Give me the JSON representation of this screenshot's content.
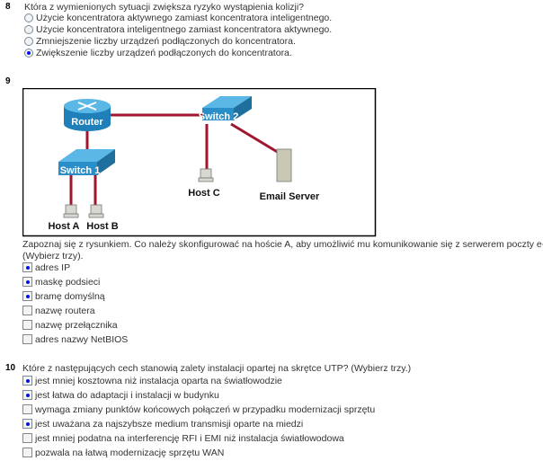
{
  "q8": {
    "number": "8",
    "question": "Która z wymienionych sytuacji zwiększa ryzyko wystąpienia kolizji?",
    "options": [
      {
        "label": "Użycie koncentratora aktywnego zamiast koncentratora inteligentnego.",
        "selected": false
      },
      {
        "label": "Użycie koncentratora inteligentnego zamiast koncentratora aktywnego.",
        "selected": false
      },
      {
        "label": "Zmniejszenie liczby urządzeń podłączonych do koncentratora.",
        "selected": false
      },
      {
        "label": "Zwiększenie liczby urządzeń podłączonych do koncentratora.",
        "selected": true
      }
    ]
  },
  "q9": {
    "number": "9",
    "diagram": {
      "router": "Router",
      "switch1": "Switch 1",
      "switch2": "Switch 2",
      "host_a": "Host A",
      "host_b": "Host B",
      "host_c": "Host C",
      "email_server": "Email Server",
      "link_color": "#a0162e",
      "device_color": "#2a8fc8"
    },
    "question": "Zapoznaj się z rysunkiem. Co należy skonfigurować na hoście A, aby umożliwić mu komunikowanie się z serwerem poczty e-mail?",
    "hint": "(Wybierz trzy).",
    "options": [
      {
        "label": "adres IP",
        "checked": true
      },
      {
        "label": "maskę podsieci",
        "checked": true
      },
      {
        "label": "bramę domyślną",
        "checked": true
      },
      {
        "label": "nazwę routera",
        "checked": false
      },
      {
        "label": "nazwę przełącznika",
        "checked": false
      },
      {
        "label": "adres nazwy NetBIOS",
        "checked": false
      }
    ]
  },
  "q10": {
    "number": "10",
    "question": "Które z następujących cech stanowią zalety instalacji opartej na skrętce UTP? (Wybierz trzy.)",
    "options": [
      {
        "label": "jest mniej kosztowna niż instalacja oparta na światłowodzie",
        "checked": true
      },
      {
        "label": "jest łatwa do adaptacji i instalacji w budynku",
        "checked": true
      },
      {
        "label": "wymaga zmiany punktów końcowych połączeń w przypadku modernizacji sprzętu",
        "checked": false
      },
      {
        "label": "jest uważana za najszybsze medium transmisji oparte na miedzi",
        "checked": true
      },
      {
        "label": "jest mniej podatna na interferencję RFI i EMI niż instalacja światłowodowa",
        "checked": false
      },
      {
        "label": "pozwala na łatwą modernizację sprzętu WAN",
        "checked": false
      }
    ]
  }
}
